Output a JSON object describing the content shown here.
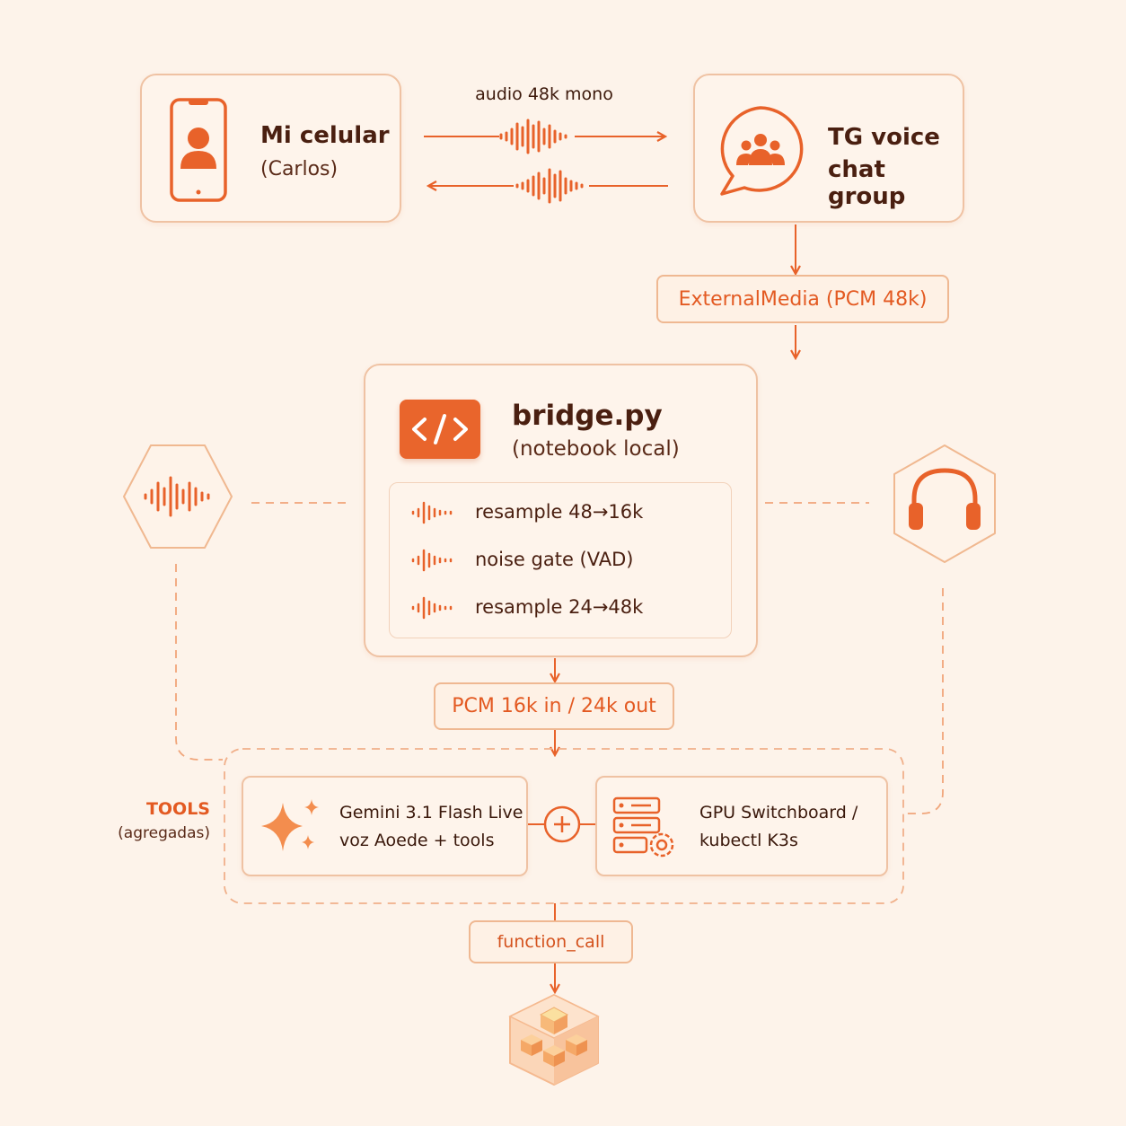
{
  "phone": {
    "title": "Mi celular",
    "subtitle": "(Carlos)"
  },
  "audio_link": {
    "label": "audio 48k mono"
  },
  "group": {
    "title_line1": "TG voice",
    "title_line2": "chat group"
  },
  "external_media": {
    "label": "ExternalMedia (PCM 48k)"
  },
  "bridge": {
    "title": "bridge.py",
    "subtitle": "(notebook local)",
    "steps": [
      "resample 48→16k",
      "noise gate (VAD)",
      "resample 24→48k"
    ]
  },
  "pcm": {
    "label": "PCM 16k in / 24k out"
  },
  "tools": {
    "label": "TOOLS",
    "sublabel": "(agregadas)",
    "gemini_line1": "Gemini 3.1 Flash Live",
    "gemini_line2": "voz Aoede + tools",
    "gpu_line1": "GPU Switchboard /",
    "gpu_line2": "kubectl K3s"
  },
  "function_call": {
    "label": "function_call"
  },
  "colors": {
    "accent": "#e8622a",
    "background": "#fdf3ea",
    "border": "#efc2a3",
    "text": "#4a1f10"
  },
  "icons": [
    "phone-icon",
    "group-chat-icon",
    "code-icon",
    "waveform-icon",
    "headphones-icon",
    "sparkle-icon",
    "server-gear-icon",
    "cube-icon"
  ]
}
